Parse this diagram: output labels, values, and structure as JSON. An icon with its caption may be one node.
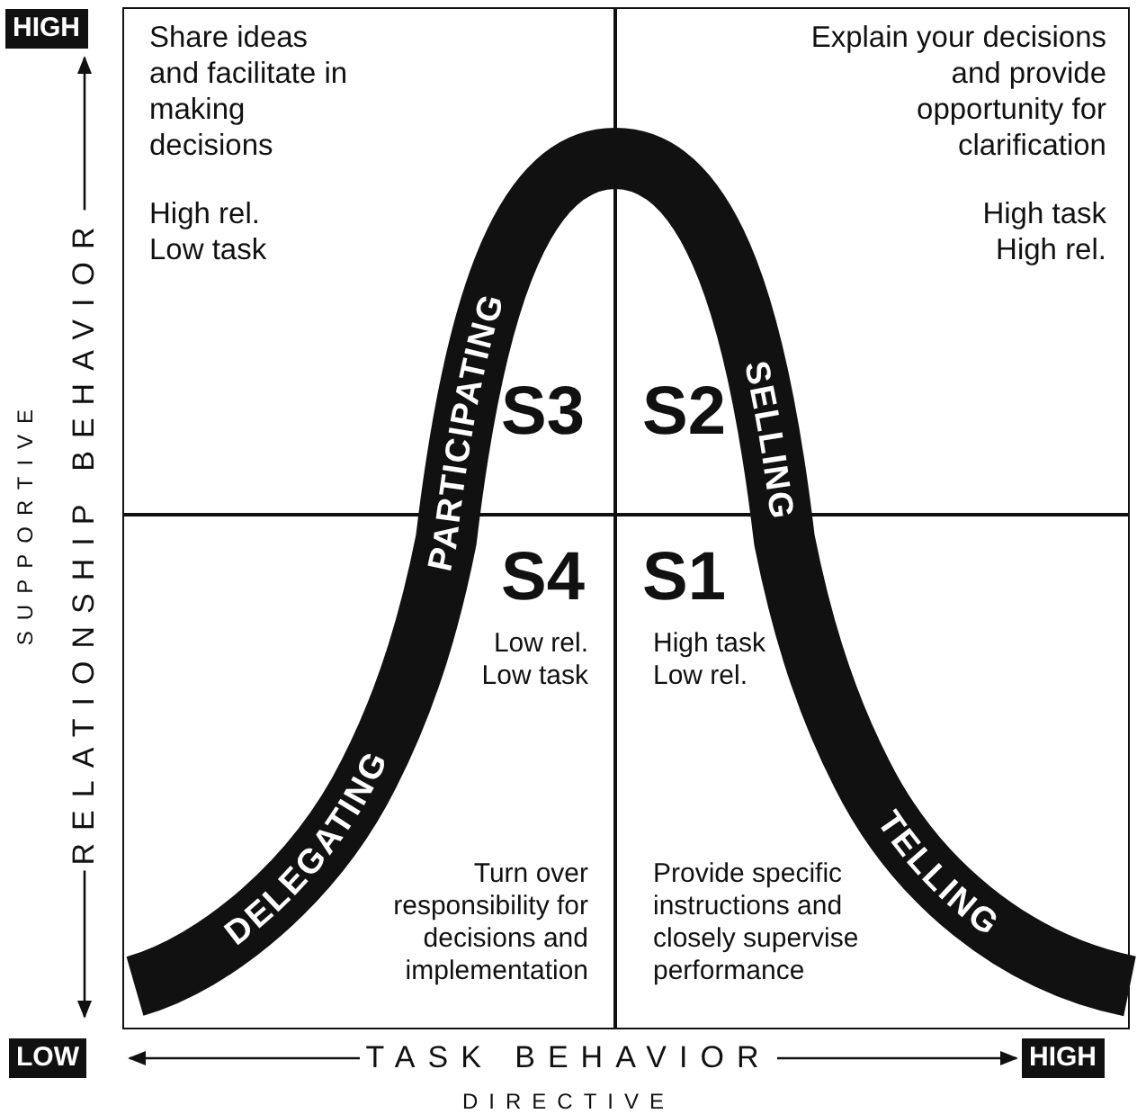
{
  "diagram": {
    "nodes": [
      {
        "text": [
          "Share ideas and facilitate in making decisions",
          "High rel. Low task",
          "S3"
        ]
      },
      {
        "text": [
          "Explain your decisions and provide opportunity for clarification",
          "High task High rel.",
          "S2"
        ]
      },
      {
        "text": [
          "S4",
          "Low rel. Low task",
          "Turn over responsibility for decisions and implementation"
        ]
      },
      {
        "text": [
          "S1",
          "High task Low rel.",
          "Provide specific instructions and closely supervise performance"
        ]
      }
    ],
    "edges": [],
    "labels": [
      "HIGH",
      "PARTICIPATING",
      "SELLING",
      "SUPPORTIVE",
      "RELATIONSHIP BEHAVIOR",
      "DELEGATING",
      "TELLING",
      "LOW",
      "TASK BEHAVIOR",
      "HIGH",
      "DIRECTIVE"
    ]
  }
}
